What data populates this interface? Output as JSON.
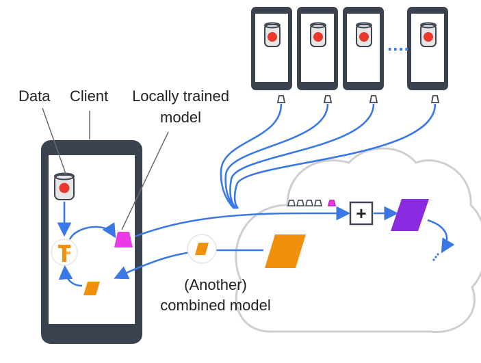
{
  "labels": {
    "data": "Data",
    "client": "Client",
    "locally_trained_line1": "Locally trained",
    "locally_trained_line2": "model",
    "another_line1": "(Another)",
    "another_line2": "combined model"
  },
  "symbols": {
    "plus": "+",
    "ellipsis": "....",
    "tf_logo": "TF"
  },
  "icons": {
    "database": "database-icon",
    "tensorflow": "tensorflow-logo-icon",
    "model": "model-trapezoid-icon",
    "aggregate": "plus-box-icon",
    "cloud": "cloud-icon"
  },
  "colors": {
    "phone_body": "#3c4350",
    "arrow": "#3b78e7",
    "db_fill": "#e6e6e6",
    "db_dot": "#e8392f",
    "local_model": "#e93be6",
    "combined_model": "#f0900c",
    "aggregated_model": "#8a2be2",
    "cloud_stroke": "#cfcfcf",
    "text": "#222222",
    "leader_line": "#6b6b6b"
  }
}
